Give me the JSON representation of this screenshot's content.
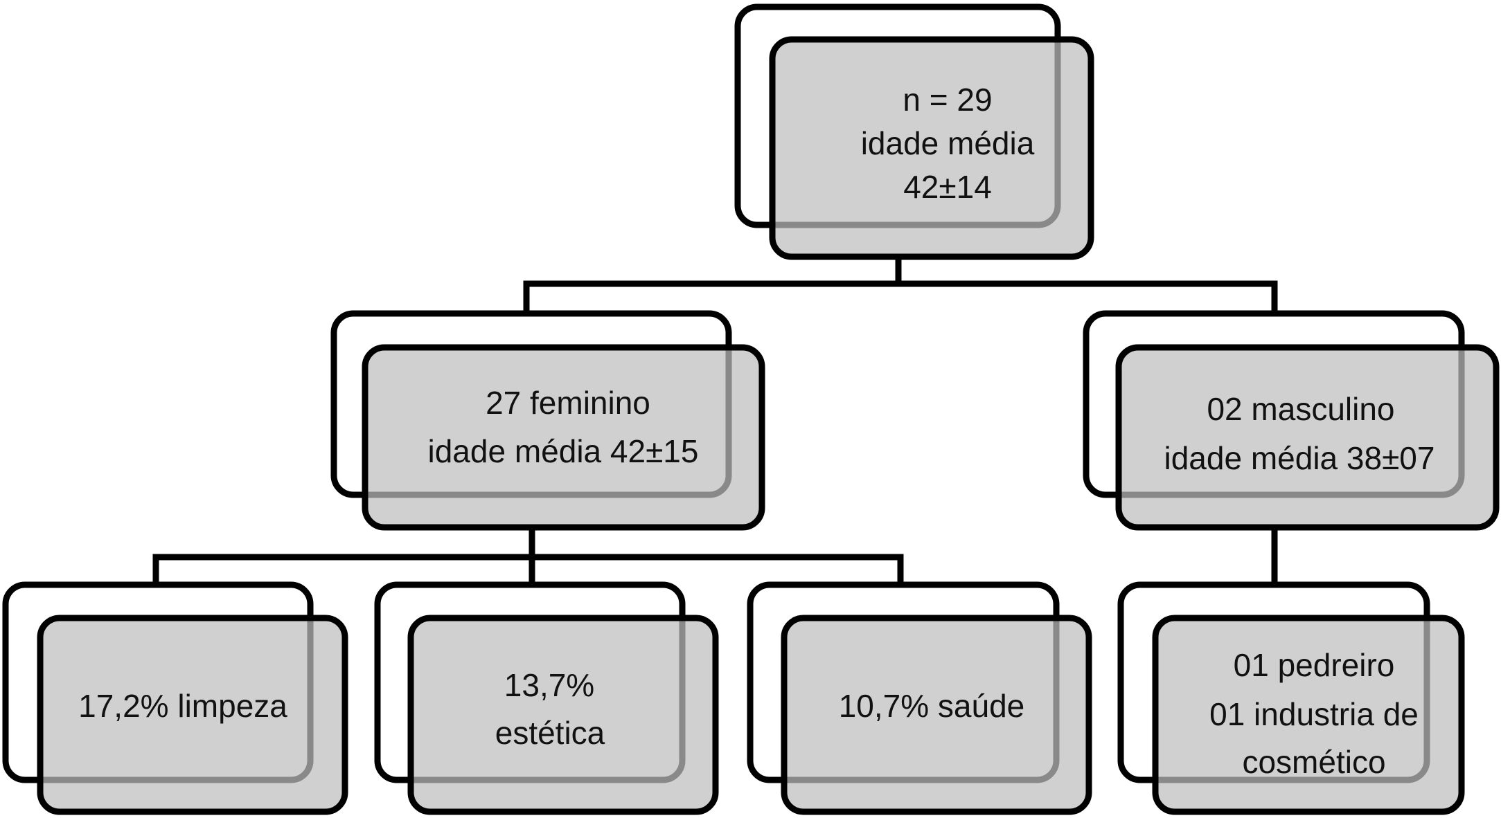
{
  "diagram": {
    "root": {
      "line1": "n = 29",
      "line2": "idade média",
      "line3": "42±14"
    },
    "female": {
      "line1": "27 feminino",
      "line2": "idade média 42±15"
    },
    "male": {
      "line1": "02 masculino",
      "line2": "idade média 38±07"
    },
    "occupations_female": [
      {
        "line1": "17,2% limpeza"
      },
      {
        "line1": "13,7%",
        "line2": "estética"
      },
      {
        "line1": "10,7% saúde"
      }
    ],
    "occupations_male": {
      "line1": "01 pedreiro",
      "line2": "01 industria de",
      "line3": "cosmético"
    }
  }
}
